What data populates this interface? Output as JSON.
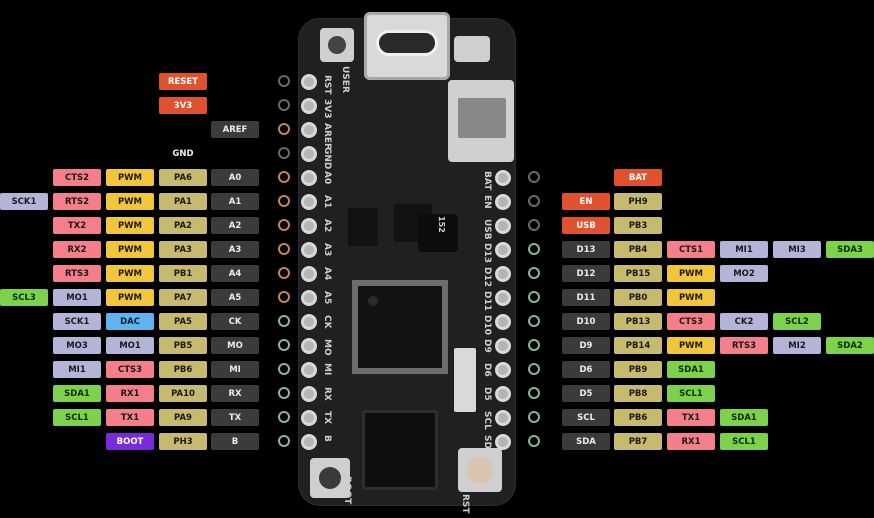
{
  "colors": {
    "pwm": "#f2c63b",
    "port": "#c5ba6e",
    "pin": "#3b3b3b",
    "uart": "#f47f8a",
    "spi": "#b4b3d8",
    "i2c": "#7cd24b",
    "dac": "#5fb4f0",
    "power": "#e0522d",
    "boot": "#7a2bd8"
  },
  "left_rows": [
    {
      "cells": [
        "RESET"
      ],
      "ring": "d"
    },
    {
      "cells": [
        "3V3"
      ],
      "ring": "d"
    },
    {
      "cells": [
        "AREF"
      ],
      "ring": "o"
    },
    {
      "cells": [
        "GND"
      ],
      "ring": "d"
    },
    {
      "cells": [
        "CTS2",
        "PWM",
        "PA6",
        "A0"
      ],
      "ring": "o"
    },
    {
      "cells": [
        "SCK1",
        "RTS2",
        "PWM",
        "PA1",
        "A1"
      ],
      "ring": "o"
    },
    {
      "cells": [
        "TX2",
        "PWM",
        "PA2",
        "A2"
      ],
      "ring": "o"
    },
    {
      "cells": [
        "RX2",
        "PWM",
        "PA3",
        "A3"
      ],
      "ring": "o"
    },
    {
      "cells": [
        "RTS3",
        "PWM",
        "PB1",
        "A4"
      ],
      "ring": "o"
    },
    {
      "cells": [
        "SCL3",
        "MO1",
        "PWM",
        "PA7",
        "A5"
      ],
      "ring": "o"
    },
    {
      "cells": [
        "SCK1",
        "DAC",
        "PA5",
        "CK"
      ],
      "ring": "g"
    },
    {
      "cells": [
        "MO3",
        "MO1",
        "PB5",
        "MO"
      ],
      "ring": "g"
    },
    {
      "cells": [
        "MI1",
        "CTS3",
        "PB6",
        "MI"
      ],
      "ring": "g"
    },
    {
      "cells": [
        "SDA1",
        "RX1",
        "PA10",
        "RX"
      ],
      "ring": "g"
    },
    {
      "cells": [
        "SCL1",
        "TX1",
        "PA9",
        "TX"
      ],
      "ring": "g"
    },
    {
      "cells": [
        "BOOT",
        "PH3",
        "B"
      ],
      "ring": "g"
    }
  ],
  "right_rows": [
    {
      "cells": [
        "BAT"
      ],
      "ring": "d"
    },
    {
      "cells": [
        "EN",
        "PH9"
      ],
      "ring": "d"
    },
    {
      "cells": [
        "USB",
        "PB3"
      ],
      "ring": "d"
    },
    {
      "cells": [
        "D13",
        "PB4",
        "CTS1",
        "MI1",
        "MI3",
        "SDA3"
      ],
      "ring": "g"
    },
    {
      "cells": [
        "D12",
        "PB15",
        "PWM",
        "MO2"
      ],
      "ring": "g"
    },
    {
      "cells": [
        "D11",
        "PB0",
        "PWM"
      ],
      "ring": "g"
    },
    {
      "cells": [
        "D10",
        "PB13",
        "CTS3",
        "CK2",
        "SCL2"
      ],
      "ring": "g"
    },
    {
      "cells": [
        "D9",
        "PB14",
        "PWM",
        "RTS3",
        "MI2",
        "SDA2"
      ],
      "ring": "g"
    },
    {
      "cells": [
        "D6",
        "PB9",
        "SDA1"
      ],
      "ring": "g"
    },
    {
      "cells": [
        "D5",
        "PB8",
        "SCL1"
      ],
      "ring": "g"
    },
    {
      "cells": [
        "SCL",
        "PB6",
        "TX1",
        "SDA1"
      ],
      "ring": "g"
    },
    {
      "cells": [
        "SDA",
        "PB7",
        "RX1",
        "SCL1"
      ],
      "ring": "g"
    }
  ],
  "board_silk_left": [
    "RST",
    "3V3",
    "AREF",
    "GND",
    "A0",
    "A1",
    "A2",
    "A3",
    "A4",
    "A5",
    "CK",
    "MO",
    "MI",
    "RX",
    "TX",
    "B"
  ],
  "board_silk_right": [
    "BAT",
    "EN",
    "USB",
    "D13",
    "D12",
    "D11",
    "D10",
    "D9",
    "D6",
    "D5",
    "SCL",
    "SDA"
  ],
  "board_text": {
    "user": "USER",
    "boot": "BOOT",
    "rst": "RST",
    "chip_code": "152"
  }
}
